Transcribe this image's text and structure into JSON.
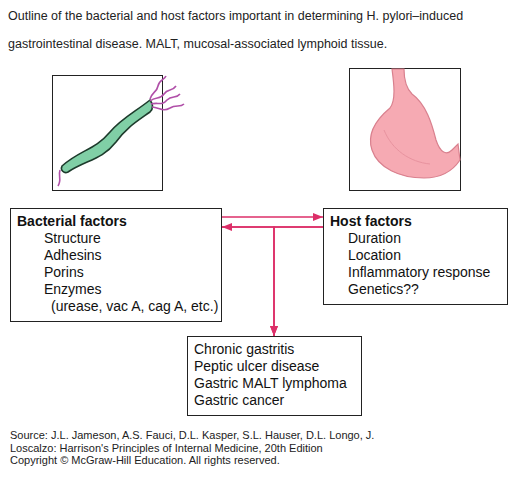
{
  "diagram": {
    "caption": "Outline of the bacterial and host factors important in determining H. pylori–induced gastrointestinal disease. MALT, mucosal-associated lymphoid tissue.",
    "nodes": [
      {
        "text": [
          "Bacterial factors",
          "Structure",
          "Adhesins",
          "Porins",
          "Enzymes",
          "(urease, vac A, cag A, etc.)"
        ]
      },
      {
        "text": [
          "Host factors",
          "Duration",
          "Location",
          "Inflammatory response",
          "Genetics??"
        ]
      },
      {
        "text": [
          "Chronic gastritis",
          "Peptic ulcer disease",
          "Gastric MALT lymphoma",
          "Gastric cancer"
        ]
      }
    ],
    "edges": [
      {
        "from": 0,
        "to": 1,
        "arrow": "to"
      },
      {
        "from": 1,
        "to": 0,
        "arrow": "to"
      },
      {
        "from": 0,
        "to": 2,
        "arrow": "to"
      },
      {
        "from": 1,
        "to": 2,
        "arrow": "to"
      }
    ],
    "labels": [
      "Source: J.L. Jameson, A.S. Fauci, D.L. Kasper, S.L. Hauser, D.L. Longo, J. Loscalzo: Harrison's Principles of Internal Medicine, 20th Edition",
      "Copyright © McGraw-Hill Education. All rights reserved."
    ]
  }
}
